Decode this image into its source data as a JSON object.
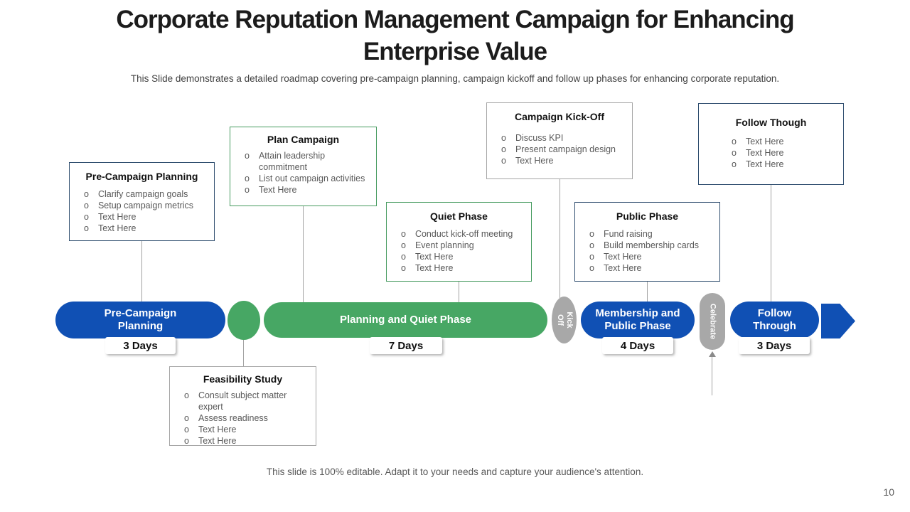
{
  "slide": {
    "title": "Corporate Reputation Management Campaign for Enhancing Enterprise Value",
    "subtitle": "This Slide demonstrates a detailed roadmap covering pre-campaign planning,  campaign kickoff and follow up phases for enhancing corporate reputation.",
    "footer_note": "This slide is 100% editable. Adapt it to your needs and capture your audience's attention.",
    "page_number": "10"
  },
  "bullet_char": "o",
  "colors": {
    "accent_blue": "#1050b4",
    "accent_green": "#47a764",
    "milestone_gray": "#a8a8a8",
    "navy_border": "#2e4d6e",
    "green_border": "#459a5e",
    "gray_border": "#a6a6a6",
    "bullet_text": "#595959"
  },
  "boxes": [
    {
      "title": "Pre-Campaign Planning",
      "bullets": [
        "Clarify campaign goals",
        "Setup campaign metrics",
        "Text Here",
        "Text Here"
      ]
    },
    {
      "title": "Plan Campaign",
      "bullets": [
        "Attain leadership commitment",
        "List out campaign activities",
        "Text Here"
      ]
    },
    {
      "title": "Quiet Phase",
      "bullets": [
        "Conduct kick-off meeting",
        "Event planning",
        "Text Here",
        "Text Here"
      ]
    },
    {
      "title": "Campaign Kick-Off",
      "bullets": [
        "Discuss KPI",
        "Present campaign design",
        "Text Here"
      ]
    },
    {
      "title": "Public Phase",
      "bullets": [
        "Fund raising",
        "Build membership cards",
        "Text Here",
        "Text Here"
      ]
    },
    {
      "title": "Follow Though",
      "bullets": [
        "Text Here",
        "Text Here",
        "Text Here"
      ]
    },
    {
      "title": "Feasibility Study",
      "bullets": [
        "Consult subject matter expert",
        "Assess readiness",
        "Text Here",
        "Text Here"
      ]
    }
  ],
  "timeline": {
    "segments": [
      {
        "label": "Pre-Campaign Planning",
        "duration": "3 Days"
      },
      {
        "label": "Planning and Quiet Phase",
        "duration": "7 Days"
      },
      {
        "label": "Membership and Public Phase",
        "duration": "4 Days"
      },
      {
        "label": "Follow Through",
        "duration": "3 Days"
      }
    ],
    "milestones": [
      {
        "label": "Kick Off"
      },
      {
        "label": "Celebrate"
      }
    ]
  }
}
